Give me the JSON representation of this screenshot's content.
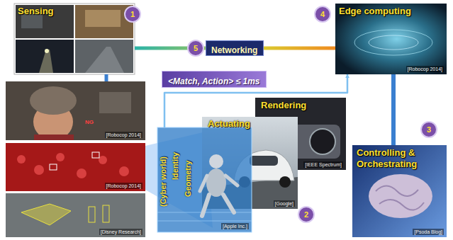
{
  "diagram": {
    "nodes": [
      {
        "text": [
          "Sensing"
        ]
      },
      {
        "text": [
          "Networking"
        ]
      },
      {
        "text": [
          "Edge computing",
          "[Robocop 2014]"
        ]
      },
      {
        "text": [
          "<Match, Action> ≤ 1ms"
        ]
      },
      {
        "text": [
          "[Robocop 2014]"
        ]
      },
      {
        "text": [
          "[Robocop 2014]"
        ]
      },
      {
        "text": [
          "[Disney Research]"
        ]
      },
      {
        "text": [
          "Rendering",
          "[IEEE Spectrum]"
        ]
      },
      {
        "text": [
          "Actuating",
          "[Google]"
        ]
      },
      {
        "text": [
          "(Cyber world)",
          "Identity",
          "Geometry",
          "[Apple Inc.]"
        ]
      },
      {
        "text": [
          "Controlling & Orchestrating",
          "[Psoda Blog]"
        ]
      }
    ],
    "edges": [
      {
        "from": 0,
        "to": 1,
        "arrow": "none"
      },
      {
        "from": 1,
        "to": 2,
        "arrow": "none"
      },
      {
        "from": 2,
        "to": 10,
        "arrow": "none"
      },
      {
        "from": 0,
        "to": 4,
        "arrow": "none"
      },
      {
        "from": 9,
        "to": 2,
        "arrow": "to"
      }
    ],
    "labels": [
      "1",
      "5",
      "4",
      "NG",
      "3",
      "2"
    ]
  }
}
